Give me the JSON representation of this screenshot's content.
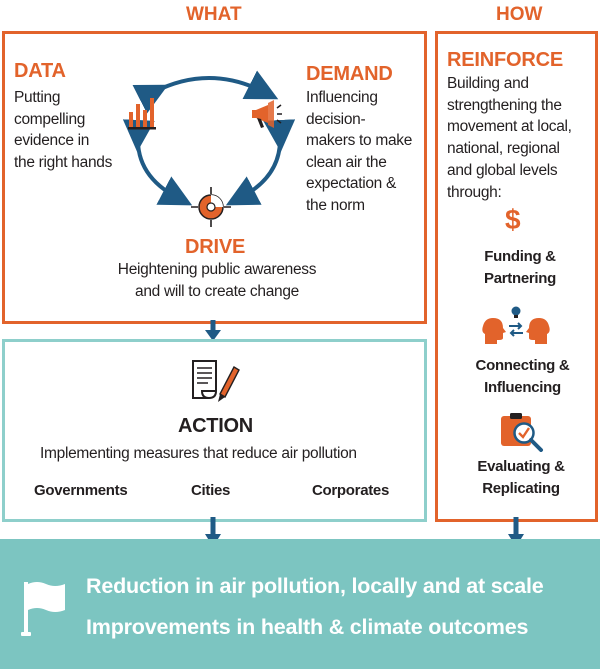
{
  "headers": {
    "what": "WHAT",
    "how": "HOW"
  },
  "data_node": {
    "title": "DATA",
    "lines": [
      "Putting",
      "compelling",
      "evidence in",
      "the right hands"
    ]
  },
  "demand_node": {
    "title": "DEMAND",
    "lines": [
      "Influencing",
      "decision-",
      "makers to make",
      "clean air the",
      "expectation &",
      "the norm"
    ]
  },
  "drive_node": {
    "title": "DRIVE",
    "lines": [
      "Heightening public awareness",
      "and will to create change"
    ]
  },
  "action": {
    "title": "ACTION",
    "description": "Implementing measures that reduce air pollution",
    "actors": [
      "Governments",
      "Cities",
      "Corporates"
    ]
  },
  "reinforce": {
    "title": "REINFORCE",
    "lines": [
      "Building and",
      "strengthening the",
      "movement at local,",
      "national, regional",
      "and global levels",
      "through:"
    ],
    "items": [
      {
        "icon": "dollar-icon",
        "lines": [
          "Funding &",
          "Partnering"
        ]
      },
      {
        "icon": "people-talking-icon",
        "lines": [
          "Connecting &",
          "Influencing"
        ]
      },
      {
        "icon": "clipboard-magnifier-icon",
        "lines": [
          "Evaluating &",
          "Replicating"
        ]
      }
    ]
  },
  "outcomes": {
    "line1": "Reduction in air pollution, locally and at scale",
    "line2": "Improvements in health & climate outcomes"
  },
  "colors": {
    "orange": "#e2632b",
    "dark_blue": "#1f5a85",
    "teal": "#8ecfcb",
    "teal_band": "#7cc5c1"
  }
}
